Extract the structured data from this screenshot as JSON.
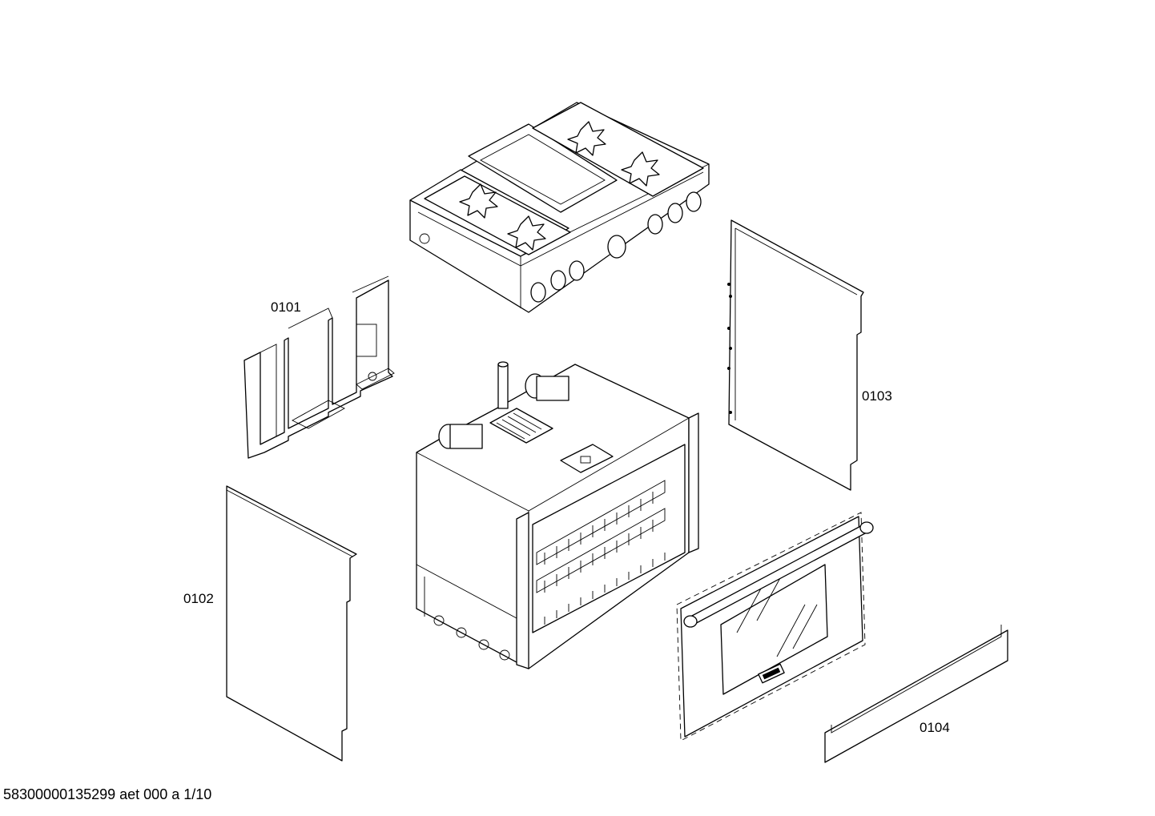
{
  "parts": [
    {
      "id": "rear-panel",
      "label": "0101"
    },
    {
      "id": "left-side-panel",
      "label": "0102"
    },
    {
      "id": "right-side-panel",
      "label": "0103"
    },
    {
      "id": "kick-plate",
      "label": "0104"
    }
  ],
  "footer": "58300000135299 aet 000 a 1/10"
}
